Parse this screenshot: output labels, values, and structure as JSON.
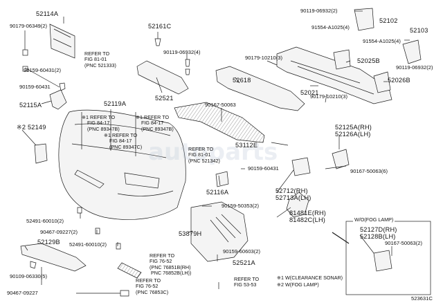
{
  "diagram_id": "523631C",
  "labels": {
    "p52114A": "52114A",
    "p90179_06349": "90179-06349(2)",
    "p90159_60431_2": "90159-60431(2)",
    "p90159_60431_a": "90159-60431",
    "p52115A": "52115A",
    "p52161C": "52161C",
    "p90119_06932_4": "90119-06932(4)",
    "p52521": "52521",
    "p52119A": "52119A",
    "p52149": "※2 52149",
    "p52491_a": "52491-60010(2)",
    "p90467_a": "90467-09227(2)",
    "p52491_b": "52491-60010(2)",
    "p52129B": "52129B",
    "p90109": "90109-06330(5)",
    "p90467_b": "90467-09227",
    "p90119_06932_2a": "90119-06932(2)",
    "p52102": "52102",
    "p91554_a": "91554-A1025(4)",
    "p91554_b": "91554-A1025(4)",
    "p52103": "52103",
    "p90179_10210_a": "90179-10210(3)",
    "p52025B": "52025B",
    "p90119_06932_2b": "90119-06932(2)",
    "p52618": "52618",
    "p52021": "52021",
    "p52026B": "52026B",
    "p90179_10210_b": "90179-10210(3)",
    "p90167_a": "90167-50063",
    "p53112E": "53112E",
    "p52125A": "52125A(RH)",
    "p52126A": "52126A(LH)",
    "p90159_60431_b": "90159-60431",
    "p90167_b": "90167-50063(6)",
    "p52116A": "52116A",
    "p52712": "52712(RH)",
    "p52713A": "52713A(LH)",
    "p90159_50353": "90159-50353(2)",
    "p81481E": "81481E(RH)",
    "p81482C": "81482C(LH)",
    "p53879H": "53879H",
    "p90159_60603": "90159-60603(2)",
    "p52521A": "52521A",
    "p52127D": "52127D(RH)",
    "p52128B": "52128B(LH)",
    "p90167_c": "90167-50063(2)",
    "wo_fog": "W/O(FOG LAMP)",
    "note1": "※1 W(CLEARANCE SONAR)",
    "note2": "※2 W(FOG LAMP)"
  },
  "refs": {
    "r1": "REFER TO\nFIG 81-01\n(PNC 521333)",
    "r2": "※1 REFER TO\n    FIG 84-17\n    (PNC 89347B)",
    "r3": "※1 REFER TO\n    FIG 84-17\n    (PNC 89347B)",
    "r4": "※1 REFER TO\n    FIG 84-17\n    (PNC 89347C)",
    "r5": "REFER TO\nFIG 81-01\n(PNC 521342)",
    "r6": "REFER TO\nFIG 76-52\n(PNC 76851B(RH)\n PNC 76852B(LH))",
    "r7": "REFER TO\nFIG 76-52\n(PNC 76853C)",
    "r8": "REFER TO\nFIG 53-53"
  },
  "watermark": "autoparts",
  "colors": {
    "line": "#1a1a1a",
    "part_fill": "#f4f4f4",
    "hatch": "#6a6a6a"
  }
}
